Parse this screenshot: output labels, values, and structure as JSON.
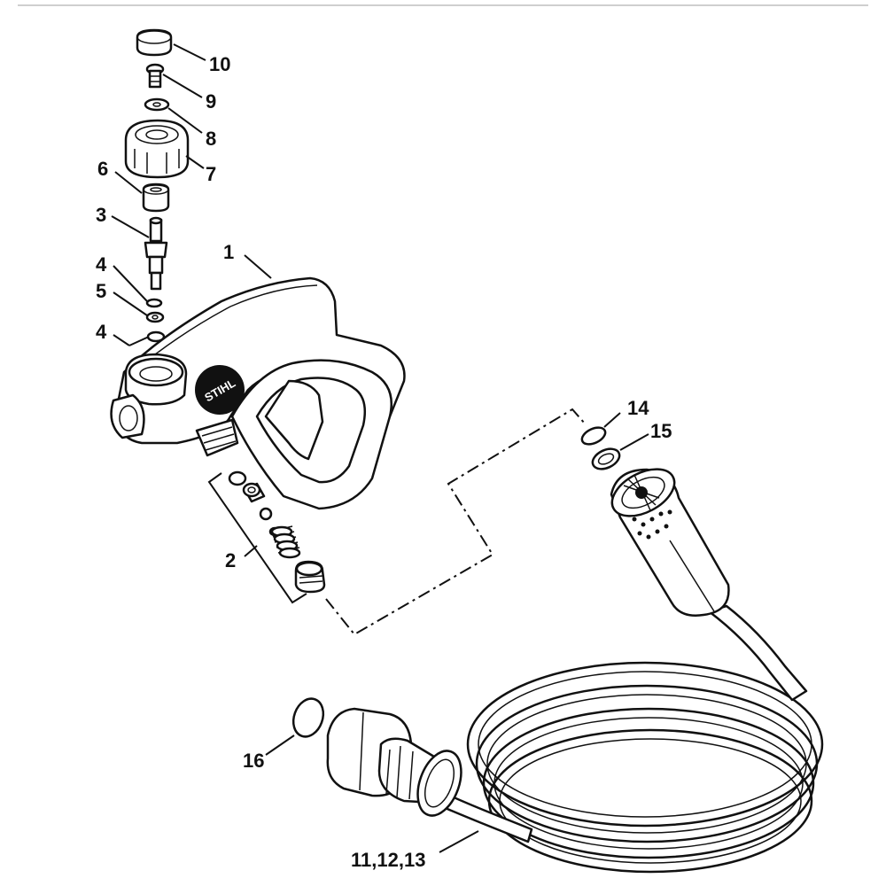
{
  "diagram": {
    "labels": {
      "p1": "1",
      "p2": "2",
      "p3": "3",
      "p4a": "4",
      "p4b": "4",
      "p5": "5",
      "p6": "6",
      "p7": "7",
      "p8": "8",
      "p9": "9",
      "p10": "10",
      "p11": "11,12,13",
      "p14": "14",
      "p15": "15",
      "p16": "16"
    },
    "logo": "STIHL"
  }
}
